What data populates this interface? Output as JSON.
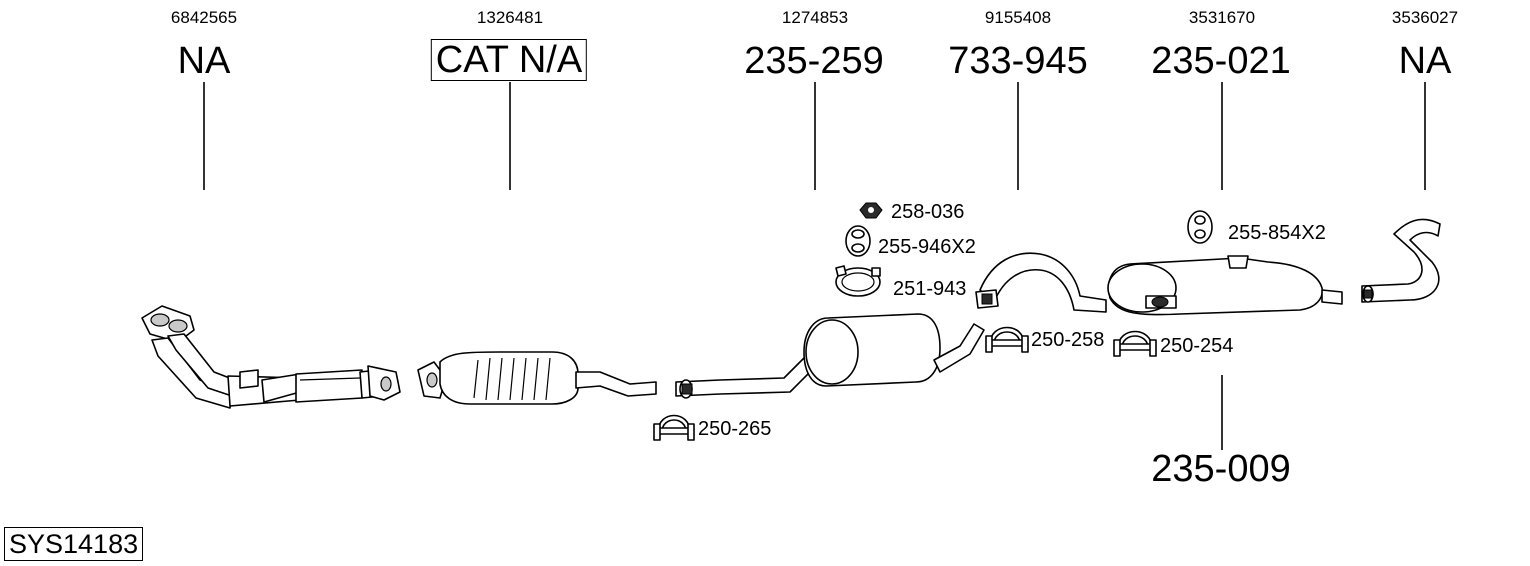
{
  "oe_numbers": [
    "6842565",
    "1326481",
    "1274853",
    "9155408",
    "3531670",
    "3536027"
  ],
  "part_numbers": {
    "p1": "NA",
    "p2": "CAT N/A",
    "p3": "235-259",
    "p4": "733-945",
    "p5": "235-021",
    "p6": "NA",
    "p7": "235-009"
  },
  "accessories": {
    "a1": "258-036",
    "a2": "255-946X2",
    "a3": "251-943",
    "a4": "250-258",
    "a5": "250-254",
    "a6": "255-854X2",
    "a7": "250-265"
  },
  "system_id": "SYS14183"
}
